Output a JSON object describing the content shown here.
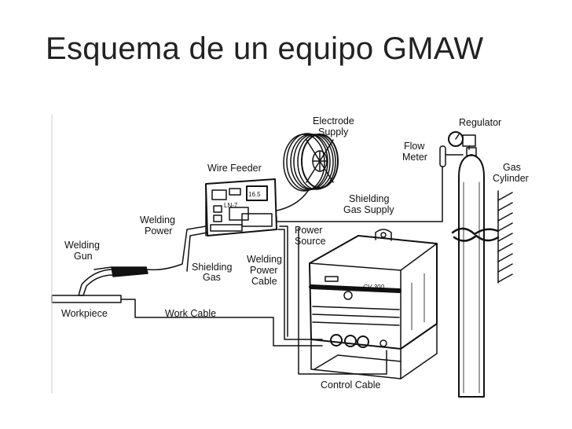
{
  "title": "Esquema de un equipo GMAW",
  "labels": {
    "electrode_supply": [
      "Electrode",
      "Supply"
    ],
    "regulator": "Regulator",
    "flow_meter": [
      "Flow",
      "Meter"
    ],
    "gas_cylinder": [
      "Gas",
      "Cylinder"
    ],
    "wire_feeder": "Wire Feeder",
    "shielding_gas_supply": [
      "Shielding",
      "Gas Supply"
    ],
    "welding_power": [
      "Welding",
      "Power"
    ],
    "power_source": [
      "Power",
      "Source"
    ],
    "welding_gun": [
      "Welding",
      "Gun"
    ],
    "shielding_gas": [
      "Shielding",
      "Gas"
    ],
    "welding_power_cable": [
      "Welding",
      "Power",
      "Cable"
    ],
    "workpiece": "Workpiece",
    "work_cable": "Work Cable",
    "control_cable": "Control Cable"
  },
  "device_text": {
    "feeder_display": "16.5",
    "feeder_model": "LN-7",
    "source_model": "CV-300"
  }
}
